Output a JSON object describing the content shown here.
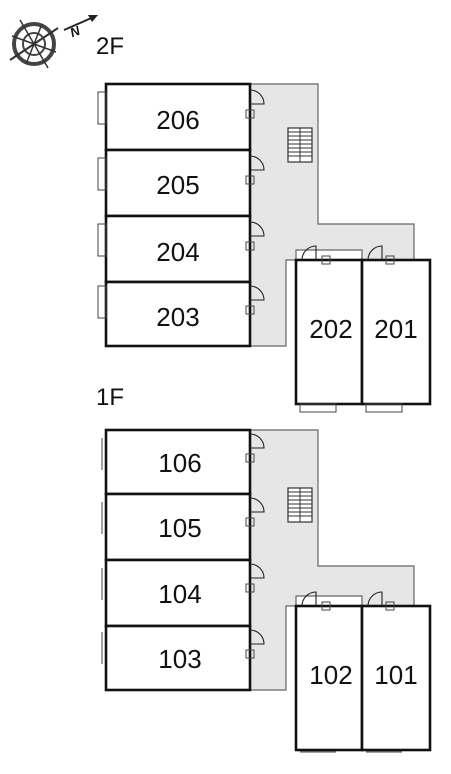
{
  "floors": [
    {
      "label": "2F",
      "rooms_left": [
        "206",
        "205",
        "204",
        "203"
      ],
      "rooms_bottom": [
        "202",
        "201"
      ]
    },
    {
      "label": "1F",
      "rooms_left": [
        "106",
        "105",
        "104",
        "103"
      ],
      "rooms_bottom": [
        "102",
        "101"
      ]
    }
  ],
  "compass": {
    "north_label": "N",
    "icon": "compass-icon"
  }
}
